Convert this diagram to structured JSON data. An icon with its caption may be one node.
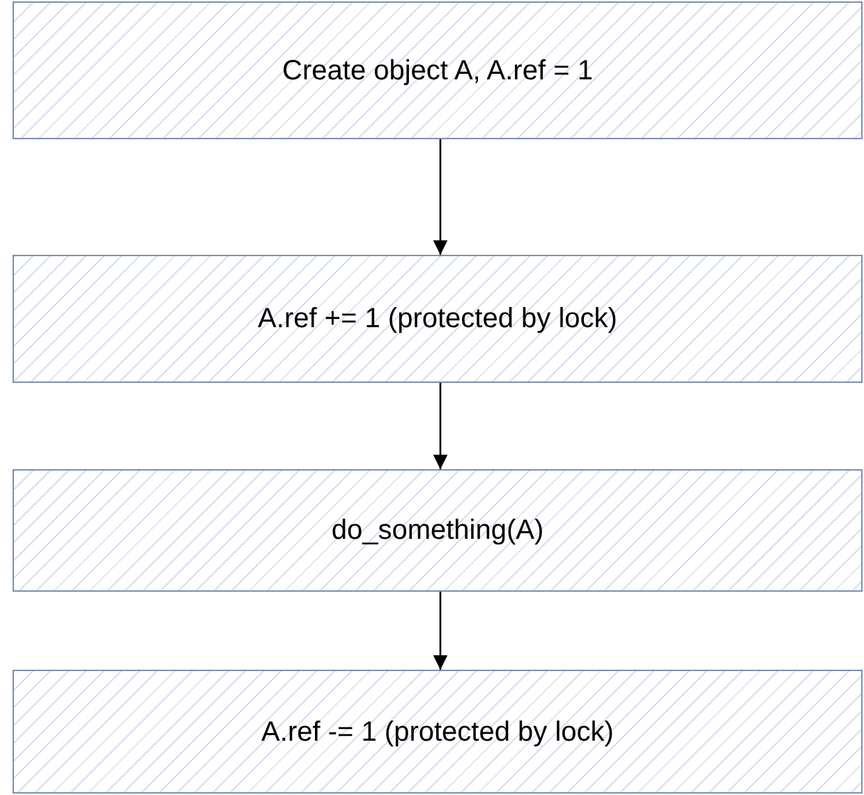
{
  "diagram": {
    "nodes": [
      {
        "text": [
          "Create object A, A.ref = 1"
        ]
      },
      {
        "text": [
          "A.ref += 1 (protected by lock)"
        ]
      },
      {
        "text": [
          "do_something(A)"
        ]
      },
      {
        "text": [
          "A.ref -= 1 (protected by lock)"
        ]
      }
    ],
    "edges": [
      {
        "from": 0,
        "to": 1,
        "arrow": "to"
      },
      {
        "from": 1,
        "to": 2,
        "arrow": "to"
      },
      {
        "from": 2,
        "to": 3,
        "arrow": "to"
      }
    ]
  }
}
